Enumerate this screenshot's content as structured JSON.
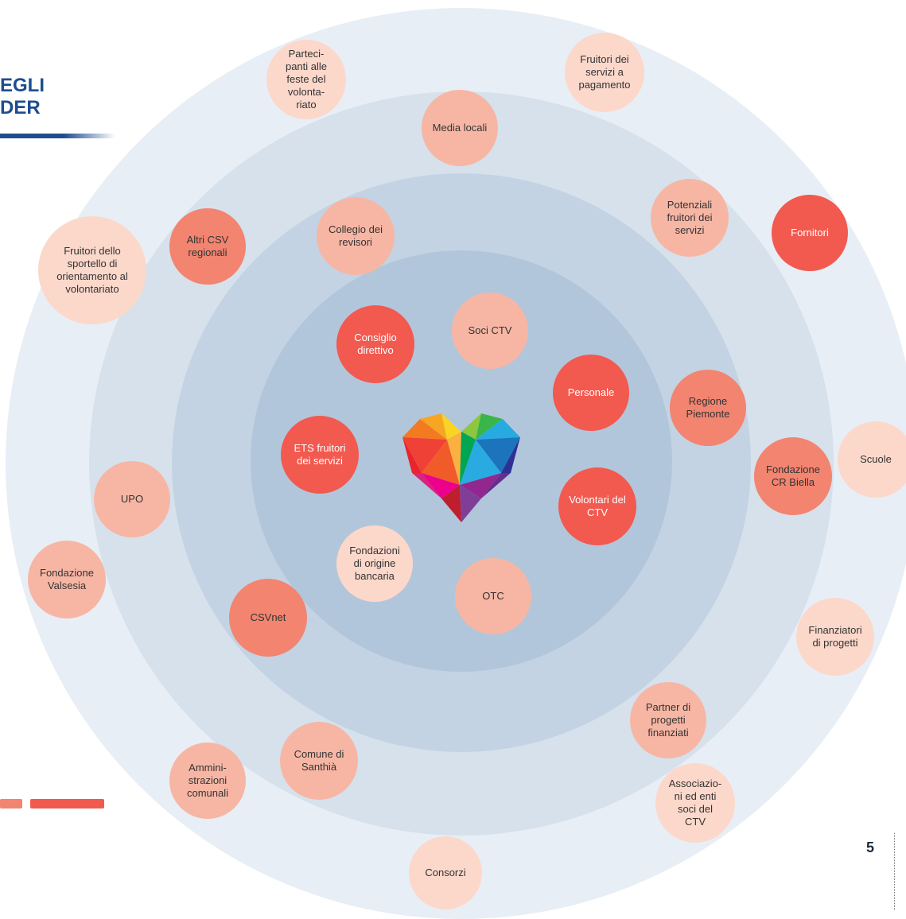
{
  "title": {
    "line1": "EGLI",
    "line2": "DER"
  },
  "page_number": "5",
  "colors": {
    "ring_outer": "#e8eef5",
    "ring_2": "#d6e1ec",
    "ring_3": "#c3d3e3",
    "ring_inner": "#b2c6db",
    "accent_blue": "#1d4d8f",
    "node_red": "#f2594f",
    "node_coral": "#f28470",
    "node_salmon": "#f7b6a4",
    "node_pale": "#fcd8cb"
  },
  "stakeholders": [
    {
      "id": "partecipanti",
      "label": "Parteci-\npanti alle\nfeste del\nvolonta-\nriato",
      "tone": "pale"
    },
    {
      "id": "fruitori-pagamento",
      "label": "Fruitori dei\nservizi a\npagamento",
      "tone": "pale"
    },
    {
      "id": "media-locali",
      "label": "Media locali",
      "tone": "salmon"
    },
    {
      "id": "altri-csv",
      "label": "Altri CSV\nregionali",
      "tone": "coral"
    },
    {
      "id": "collegio-revisori",
      "label": "Collegio dei\nrevisori",
      "tone": "salmon"
    },
    {
      "id": "potenziali-fruitori",
      "label": "Potenziali\nfruitori dei\nservizi",
      "tone": "salmon"
    },
    {
      "id": "fornitori",
      "label": "Fornitori",
      "tone": "red"
    },
    {
      "id": "fruitori-sportello",
      "label": "Fruitori dello\nsportello di\norientamento al\nvolontariato",
      "tone": "pale"
    },
    {
      "id": "consiglio-direttivo",
      "label": "Consiglio\ndirettivo",
      "tone": "red"
    },
    {
      "id": "soci-ctv",
      "label": "Soci CTV",
      "tone": "salmon"
    },
    {
      "id": "personale",
      "label": "Personale",
      "tone": "red"
    },
    {
      "id": "regione-piemonte",
      "label": "Regione\nPiemonte",
      "tone": "coral"
    },
    {
      "id": "scuole",
      "label": "Scuole",
      "tone": "pale"
    },
    {
      "id": "fondazione-cr-biella",
      "label": "Fondazione\nCR Biella",
      "tone": "coral"
    },
    {
      "id": "ets-fruitori",
      "label": "ETS fruitori\ndei servizi",
      "tone": "red"
    },
    {
      "id": "volontari-ctv",
      "label": "Volontari del\nCTV",
      "tone": "red"
    },
    {
      "id": "upo",
      "label": "UPO",
      "tone": "salmon"
    },
    {
      "id": "fondazioni-bancaria",
      "label": "Fondazioni\ndi origine\nbancaria",
      "tone": "pale"
    },
    {
      "id": "otc",
      "label": "OTC",
      "tone": "salmon"
    },
    {
      "id": "fondazione-valsesia",
      "label": "Fondazione\nValsesia",
      "tone": "salmon"
    },
    {
      "id": "csvnet",
      "label": "CSVnet",
      "tone": "coral"
    },
    {
      "id": "finanziatori-progetti",
      "label": "Finanziatori\ndi progetti",
      "tone": "pale"
    },
    {
      "id": "partner-progetti",
      "label": "Partner di\nprogetti\nfinanziati",
      "tone": "salmon"
    },
    {
      "id": "comune-santhia",
      "label": "Comune di\nSanthià",
      "tone": "salmon"
    },
    {
      "id": "amministrazioni-comunali",
      "label": "Ammini-\nstrazioni\ncomunali",
      "tone": "salmon"
    },
    {
      "id": "associazioni-soci",
      "label": "Associazio-\nni ed enti\nsoci del\nCTV",
      "tone": "pale"
    },
    {
      "id": "consorzi",
      "label": "Consorzi",
      "tone": "pale"
    }
  ]
}
